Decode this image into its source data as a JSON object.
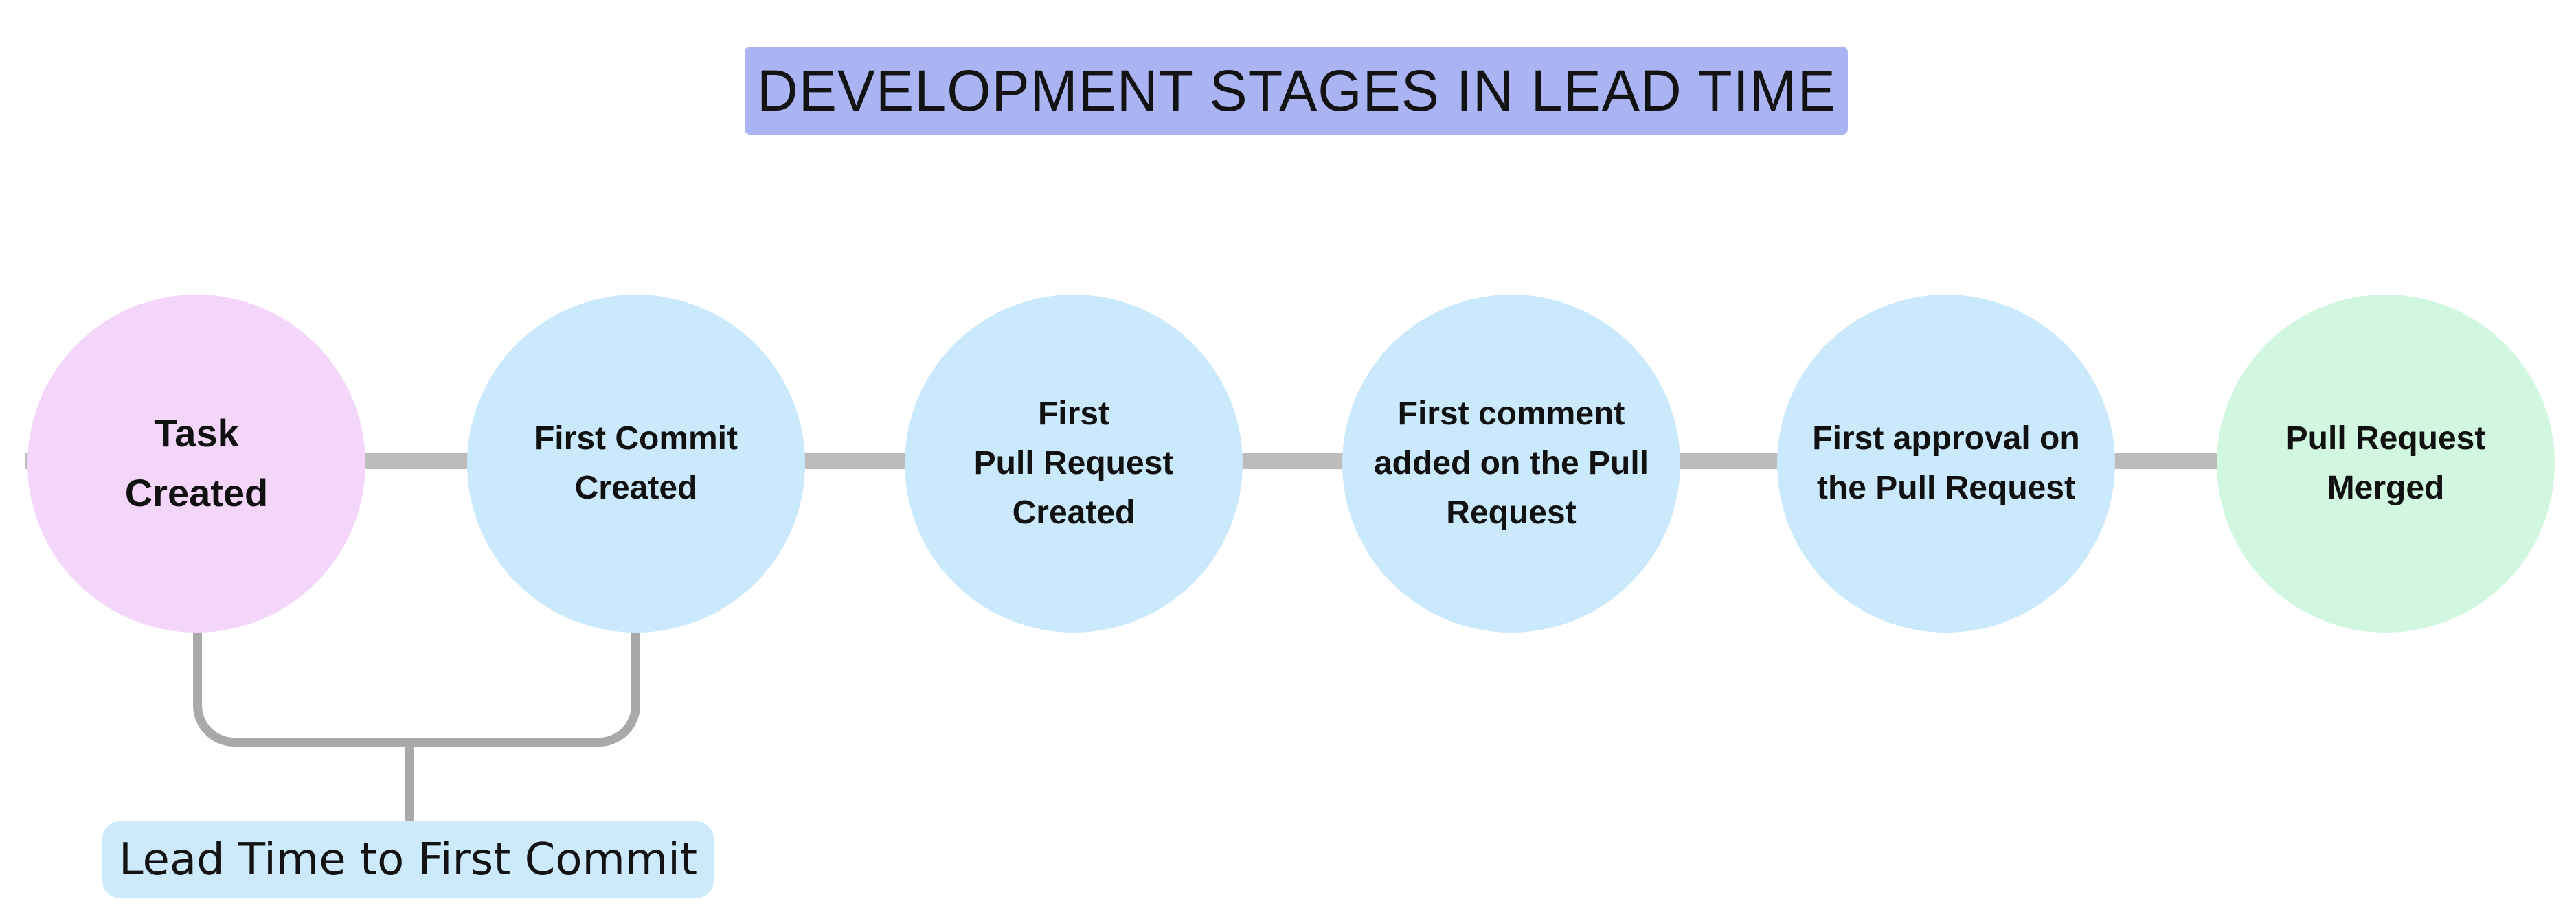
{
  "title": {
    "text": "DEVELOPMENT STAGES IN LEAD TIME",
    "bg_color": "#aab4f2"
  },
  "stages": [
    {
      "label": "Task\nCreated",
      "color": "#f5d6fb"
    },
    {
      "label": "First Commit\nCreated",
      "color": "#cbe9fc"
    },
    {
      "label": "First\nPull Request\nCreated",
      "color": "#cbe9fc"
    },
    {
      "label": "First comment\nadded on the Pull\nRequest",
      "color": "#cbe9fc"
    },
    {
      "label": "First approval on\nthe Pull Request",
      "color": "#cbe9fc"
    },
    {
      "label": "Pull Request\nMerged",
      "color": "#d2f7e1"
    }
  ],
  "bracket_annotation": {
    "label": "Lead Time to First Commit",
    "bg_color": "#cdeafc",
    "spans": "Task Created to First Commit Created"
  },
  "colors": {
    "connector": "#bcbcbc",
    "bracket": "#a9a9a9"
  }
}
